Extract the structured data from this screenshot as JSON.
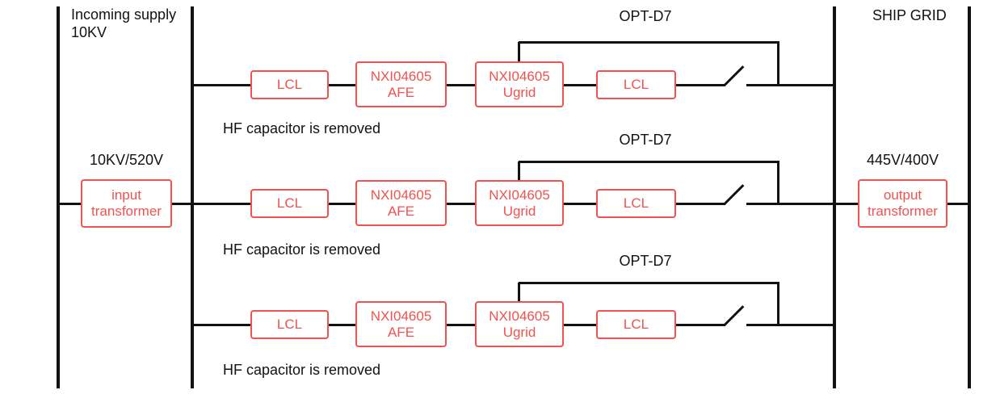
{
  "diagram": {
    "colors": {
      "component": "#f0534f",
      "line": "#121212"
    },
    "incoming_supply": {
      "line1": "Incoming supply",
      "line2": "10KV"
    },
    "ship_grid_label": "SHIP GRID",
    "input_transformer": {
      "ratio": "10KV/520V",
      "name_line1": "input",
      "name_line2": "transformer"
    },
    "output_transformer": {
      "ratio": "445V/400V",
      "name_line1": "output",
      "name_line2": "transformer"
    },
    "rows": [
      {
        "bypass_label": "OPT-D7",
        "lcl_in": "LCL",
        "afe": {
          "line1": "NXI04605",
          "line2": "AFE"
        },
        "ugrid": {
          "line1": "NXI04605",
          "line2": "Ugrid"
        },
        "lcl_out": "LCL",
        "note": "HF capacitor is removed"
      },
      {
        "bypass_label": "OPT-D7",
        "lcl_in": "LCL",
        "afe": {
          "line1": "NXI04605",
          "line2": "AFE"
        },
        "ugrid": {
          "line1": "NXI04605",
          "line2": "Ugrid"
        },
        "lcl_out": "LCL",
        "note": "HF capacitor is removed"
      },
      {
        "bypass_label": "OPT-D7",
        "lcl_in": "LCL",
        "afe": {
          "line1": "NXI04605",
          "line2": "AFE"
        },
        "ugrid": {
          "line1": "NXI04605",
          "line2": "Ugrid"
        },
        "lcl_out": "LCL",
        "note": "HF capacitor is removed"
      }
    ]
  }
}
